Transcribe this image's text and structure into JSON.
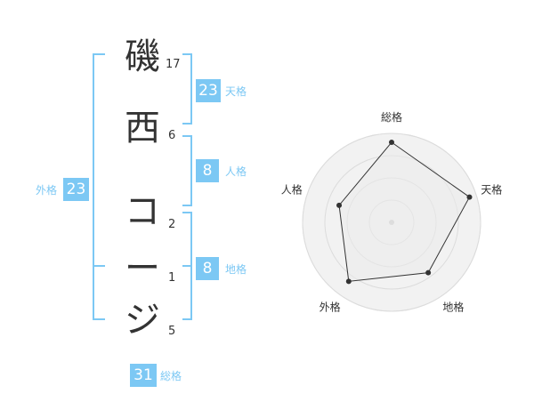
{
  "name": {
    "chars": [
      "磯",
      "西",
      "コ",
      "ー",
      "ジ"
    ],
    "strokes": [
      "17",
      "6",
      "2",
      "1",
      "5"
    ]
  },
  "kakusu": {
    "tenkaku": {
      "value": "23",
      "label": "天格"
    },
    "jinkaku": {
      "value": "8",
      "label": "人格"
    },
    "chikaku": {
      "value": "8",
      "label": "地格"
    },
    "gaikaku": {
      "value": "23",
      "label": "外格"
    },
    "soukaku": {
      "value": "31",
      "label": "総格"
    }
  },
  "colors": {
    "accent": "#7cc8f4",
    "text": "#333333"
  },
  "chart_data": {
    "type": "radar",
    "axes": [
      "総格",
      "天格",
      "地格",
      "外格",
      "人格"
    ],
    "values": [
      0.9,
      0.92,
      0.7,
      0.82,
      0.62
    ],
    "rings": 4,
    "range": [
      0,
      1
    ]
  }
}
